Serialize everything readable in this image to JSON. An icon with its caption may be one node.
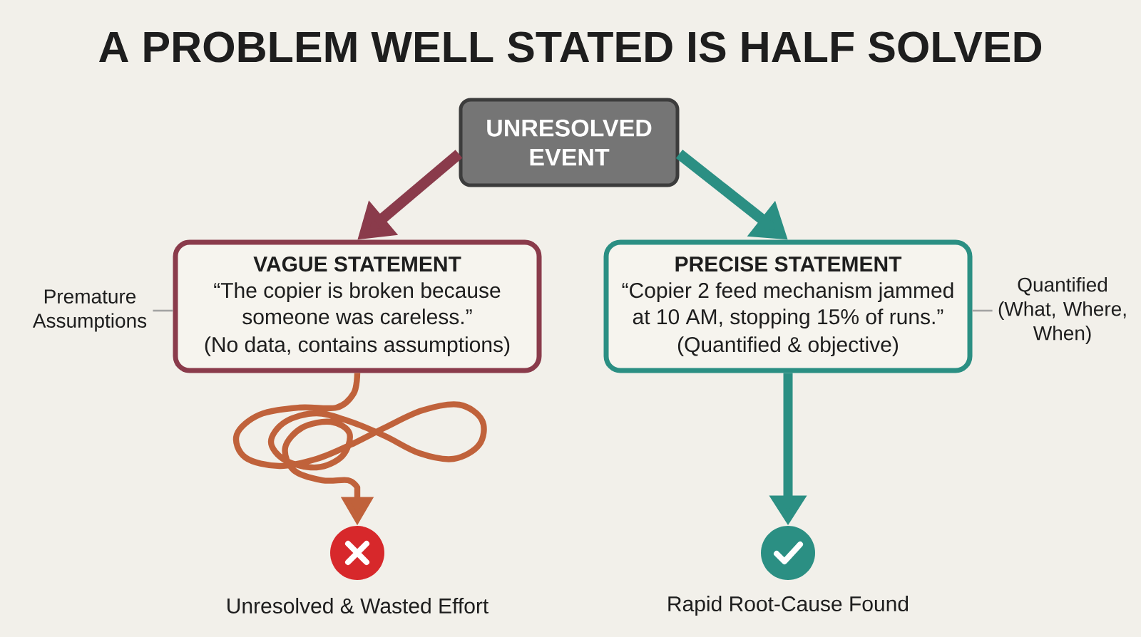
{
  "diagram": {
    "title": "A PROBLEM WELL STATED IS HALF SOLVED",
    "nodes": [
      {
        "text": [
          "UNRESOLVED EVENT"
        ]
      },
      {
        "text": [
          "Premature Assumptions"
        ]
      },
      {
        "text": [
          "VAGUE STATEMENT",
          "“The copier is broken because someone was careless.”",
          "(No data, contains assumptions)"
        ]
      },
      {
        "text": [
          "PRECISE STATEMENT",
          "“Copier 2 feed mechanism jammed at 10 AM, stopping 15% of runs.”",
          "(Quantified & objective)"
        ]
      },
      {
        "text": [
          "Quantified (What, Where, When)"
        ]
      },
      {
        "text": [],
        "shape": "circle",
        "beside": [
          "Unresolved & Wasted Effort"
        ]
      },
      {
        "text": [],
        "shape": "circle",
        "beside": [
          "Rapid Root-Cause Found"
        ]
      }
    ],
    "edges": [
      {
        "from": 0,
        "to": 2,
        "arrow": "to",
        "color": "#8a3b4b"
      },
      {
        "from": 0,
        "to": 3,
        "arrow": "to",
        "color": "#2b8f83"
      },
      {
        "from": 1,
        "to": 2,
        "arrow": "none",
        "color": "#a3a3a3"
      },
      {
        "from": 4,
        "to": 3,
        "arrow": "none",
        "color": "#a3a3a3"
      },
      {
        "from": 2,
        "to": 5,
        "arrow": "to",
        "color": "#c0623b"
      },
      {
        "from": 3,
        "to": 6,
        "arrow": "to",
        "color": "#2b8f83"
      }
    ]
  }
}
